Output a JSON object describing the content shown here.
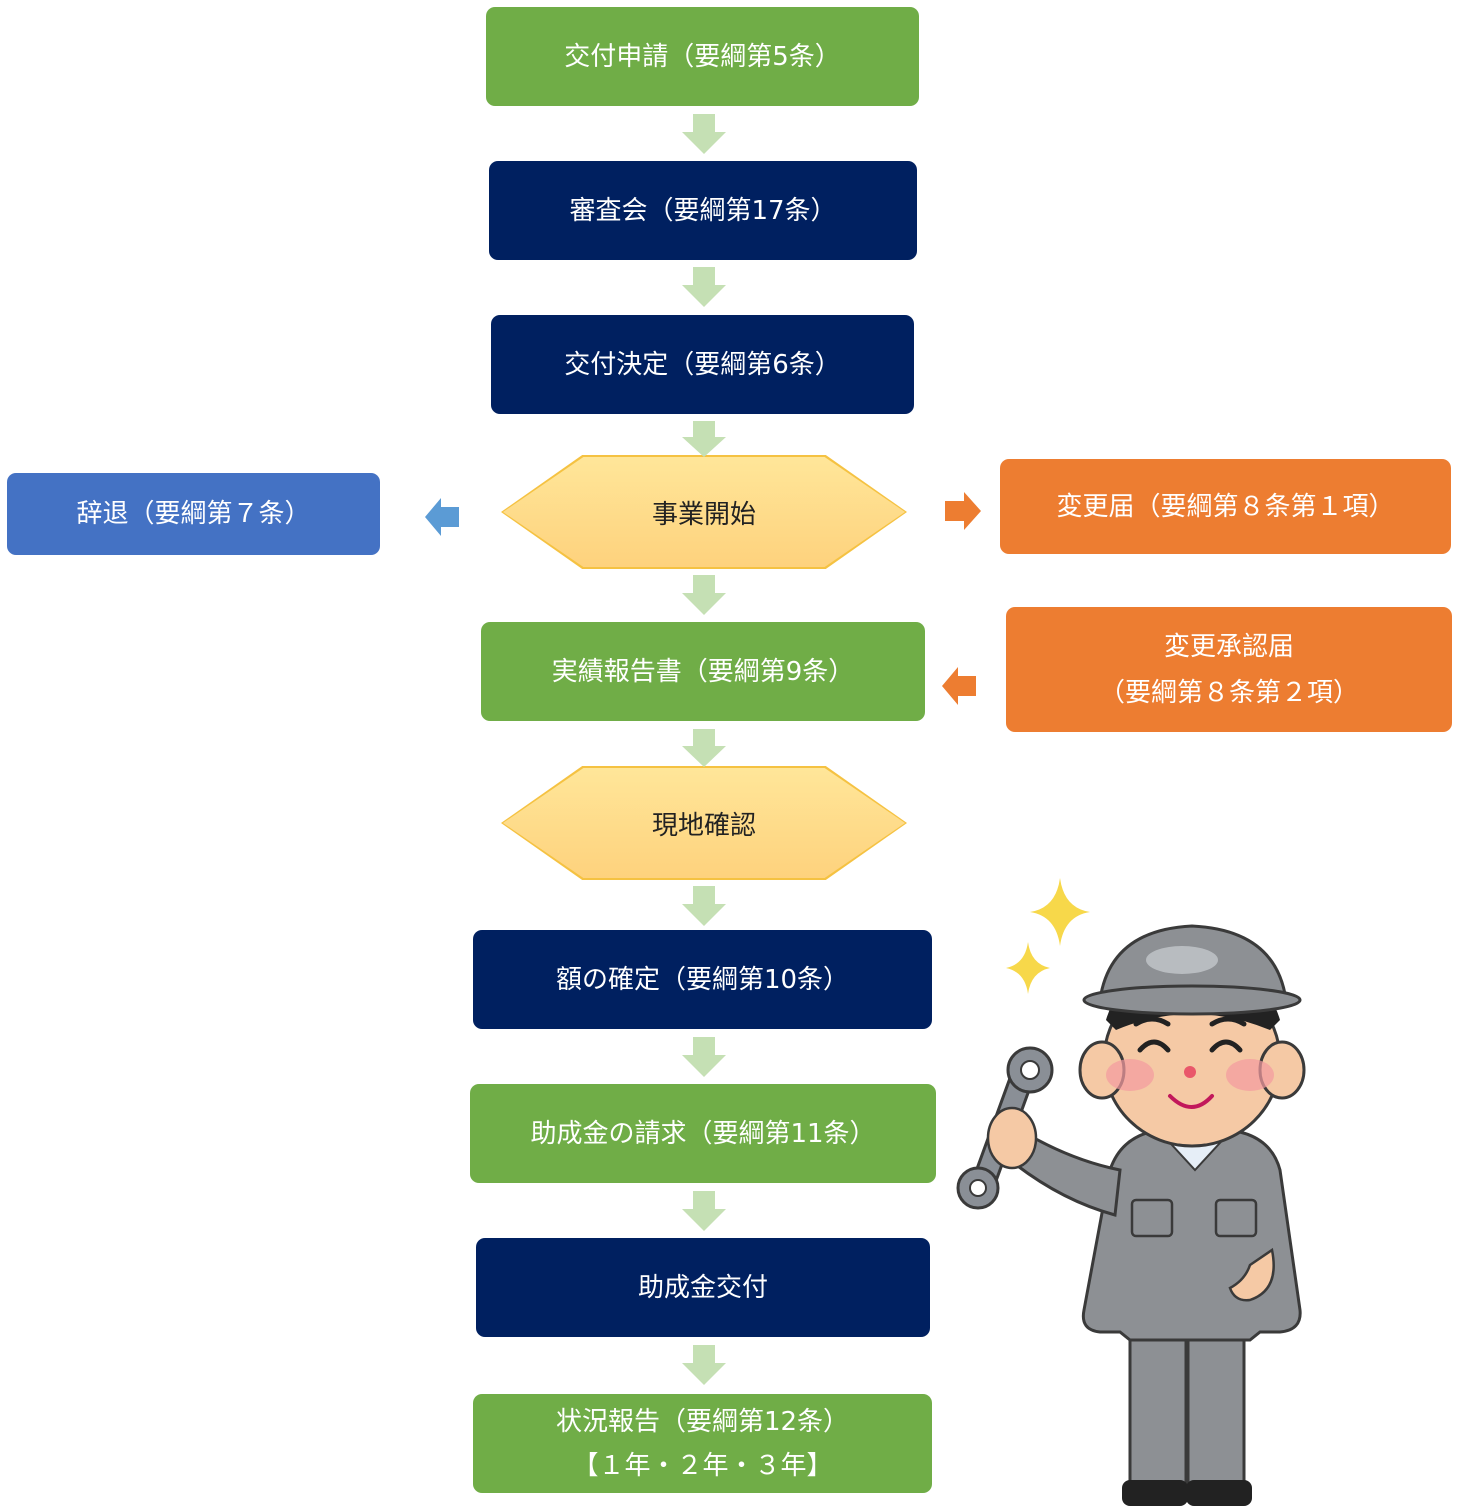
{
  "steps": {
    "application": "交付申請（要綱第5条）",
    "review": "審査会（要綱第17条）",
    "decision": "交付決定（要綱第6条）",
    "start": "事業開始",
    "report": "実績報告書（要綱第9条）",
    "inspection": "現地確認",
    "amount": "額の確定（要綱第10条）",
    "claim": "助成金の請求（要綱第11条）",
    "grant": "助成金交付",
    "status_line1": "状況報告（要綱第12条）",
    "status_line2": "【１年・２年・３年】"
  },
  "side": {
    "withdraw": "辞退（要綱第７条）",
    "change": "変更届（要綱第８条第１項）",
    "approval_line1": "変更承認届",
    "approval_line2": "（要綱第８条第２項）"
  },
  "colors": {
    "green": "#70ad47",
    "navy": "#002060",
    "blue": "#4472c4",
    "orange": "#ed7d31",
    "hexagon": "#ffe699",
    "flow_arrow": "#c5e0b4"
  },
  "illustration": "worker-with-wrench"
}
